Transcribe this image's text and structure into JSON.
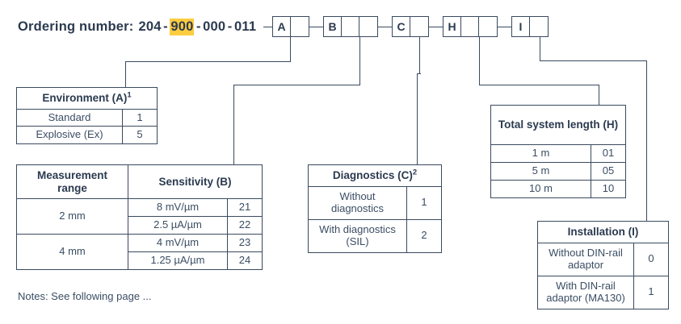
{
  "header": {
    "label": "Ordering number:",
    "parts": [
      {
        "text": "204",
        "highlight": false
      },
      {
        "text": "900",
        "highlight": true
      },
      {
        "text": "000",
        "highlight": false
      },
      {
        "text": "011",
        "highlight": false
      }
    ],
    "full_number": "204-900-000-011"
  },
  "code_boxes": [
    {
      "id": "A",
      "letter": "A",
      "cells": 2
    },
    {
      "id": "B",
      "letter": "B",
      "cells": 3
    },
    {
      "id": "C",
      "letter": "C",
      "cells": 2
    },
    {
      "id": "H",
      "letter": "H",
      "cells": 3
    },
    {
      "id": "I",
      "letter": "I",
      "cells": 2
    }
  ],
  "tables": {
    "environment": {
      "title": "Environment (A)",
      "footnote": "1",
      "rows": [
        {
          "label": "Standard",
          "code": "1"
        },
        {
          "label": "Explosive (Ex)",
          "code": "5"
        }
      ]
    },
    "sensitivity": {
      "title_range": "Measurement range",
      "title_sensitivity": "Sensitivity (B)",
      "groups": [
        {
          "range": "2 mm",
          "rows": [
            {
              "label": "8 mV/µm",
              "code": "21"
            },
            {
              "label": "2.5 µA/µm",
              "code": "22"
            }
          ]
        },
        {
          "range": "4 mm",
          "rows": [
            {
              "label": "4 mV/µm",
              "code": "23"
            },
            {
              "label": "1.25 µA/µm",
              "code": "24"
            }
          ]
        }
      ]
    },
    "diagnostics": {
      "title": "Diagnostics (C)",
      "footnote": "2",
      "rows": [
        {
          "label": "Without diagnostics",
          "code": "1"
        },
        {
          "label": "With diagnostics (SIL)",
          "code": "2"
        }
      ]
    },
    "total_system_length": {
      "title": "Total system length (H)",
      "rows": [
        {
          "label": "1 m",
          "code": "01"
        },
        {
          "label": "5 m",
          "code": "05"
        },
        {
          "label": "10 m",
          "code": "10"
        }
      ]
    },
    "installation": {
      "title": "Installation (I)",
      "rows": [
        {
          "label": "Without DIN-rail adaptor",
          "code": "0"
        },
        {
          "label": "With DIN-rail adaptor (MA130)",
          "code": "1"
        }
      ]
    }
  },
  "notes": "Notes: See following page ...",
  "colors": {
    "line": "#3a4a5e",
    "text": "#2b3a4f",
    "highlight": "#fdcc40"
  }
}
